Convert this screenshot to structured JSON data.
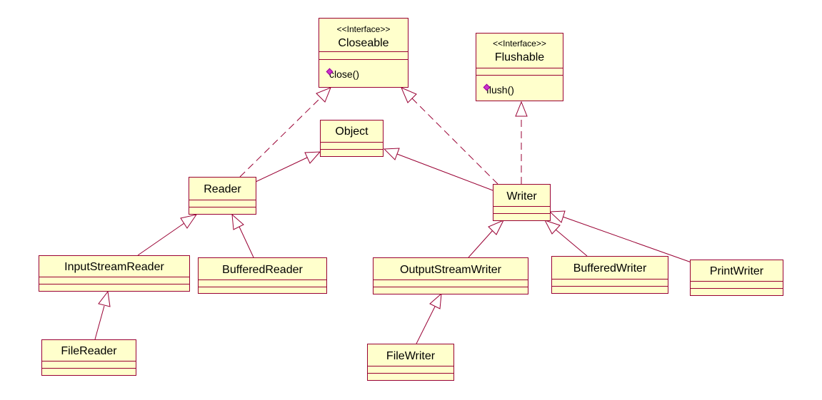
{
  "diagram": {
    "classes": {
      "closeable": {
        "stereotype": "<<Interface>>",
        "name": "Closeable",
        "operation": "close()"
      },
      "flushable": {
        "stereotype": "<<Interface>>",
        "name": "Flushable",
        "operation": "flush()"
      },
      "object": {
        "name": "Object"
      },
      "reader": {
        "name": "Reader"
      },
      "writer": {
        "name": "Writer"
      },
      "input_stream_reader": {
        "name": "InputStreamReader"
      },
      "buffered_reader": {
        "name": "BufferedReader"
      },
      "output_stream_writer": {
        "name": "OutputStreamWriter"
      },
      "buffered_writer": {
        "name": "BufferedWriter"
      },
      "print_writer": {
        "name": "PrintWriter"
      },
      "file_reader": {
        "name": "FileReader"
      },
      "file_writer": {
        "name": "FileWriter"
      }
    },
    "relations": [
      {
        "from": "Reader",
        "to": "Closeable",
        "kind": "realization"
      },
      {
        "from": "Writer",
        "to": "Closeable",
        "kind": "realization"
      },
      {
        "from": "Writer",
        "to": "Flushable",
        "kind": "realization"
      },
      {
        "from": "Reader",
        "to": "Object",
        "kind": "generalization"
      },
      {
        "from": "Writer",
        "to": "Object",
        "kind": "generalization"
      },
      {
        "from": "InputStreamReader",
        "to": "Reader",
        "kind": "generalization"
      },
      {
        "from": "BufferedReader",
        "to": "Reader",
        "kind": "generalization"
      },
      {
        "from": "OutputStreamWriter",
        "to": "Writer",
        "kind": "generalization"
      },
      {
        "from": "BufferedWriter",
        "to": "Writer",
        "kind": "generalization"
      },
      {
        "from": "PrintWriter",
        "to": "Writer",
        "kind": "generalization"
      },
      {
        "from": "FileReader",
        "to": "InputStreamReader",
        "kind": "generalization"
      },
      {
        "from": "FileWriter",
        "to": "OutputStreamWriter",
        "kind": "generalization"
      }
    ],
    "colors": {
      "box_fill": "#ffffcc",
      "line": "#990033",
      "operation_icon": "#cc33cc"
    }
  }
}
